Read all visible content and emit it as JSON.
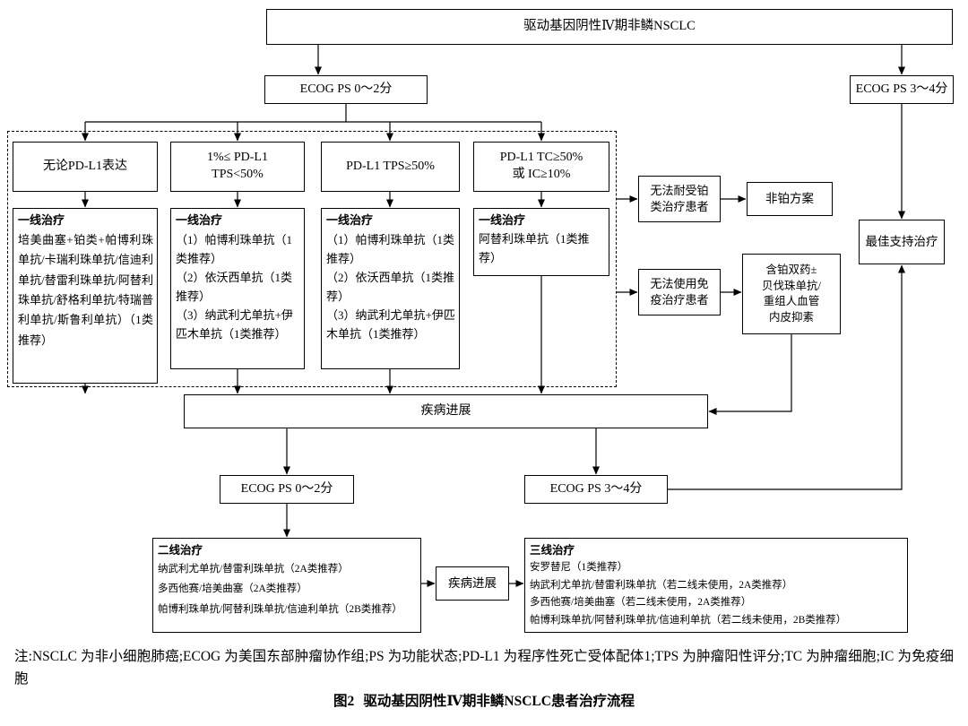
{
  "colors": {
    "line": "#000000",
    "box_border": "#000000",
    "background": "#ffffff",
    "text": "#000000"
  },
  "nodes": {
    "root": "驱动基因阴性Ⅳ期非鳞NSCLC",
    "ecog02_top": "ECOG PS 0～2分",
    "ecog34_top": "ECOG PS 3～4分",
    "pdl1_any": "无论PD-L1表达",
    "pdl1_tps_1_50": "1%≤ PD-L1\nTPS<50%",
    "pdl1_tps_ge50": "PD-L1 TPS≥50%",
    "pdl1_tc_ic": "PD-L1 TC≥50%\n或 IC≥10%",
    "first_line_title": "一线治疗",
    "first_line_1_body": "培美曲塞+铂类+帕博利珠单抗/卡瑞利珠单抗/信迪利单抗/替雷利珠单抗/阿替利珠单抗/舒格利单抗/特瑞普利单抗/斯鲁利单抗）（1类推荐）",
    "first_line_2_body": "（1）帕博利珠单抗（1类推荐）\n（2）依沃西单抗（1类推荐）\n（3）纳武利尤单抗+伊匹木单抗（1类推荐）",
    "first_line_3_body": "（1）帕博利珠单抗（1类推荐）\n（2）依沃西单抗（1类推荐）\n（3）纳武利尤单抗+伊匹木单抗（1类推荐）",
    "first_line_4_body": "阿替利珠单抗（1类推荐）",
    "platinum_intolerant": "无法耐受铂\n类治疗患者",
    "non_platinum": "非铂方案",
    "no_immunotherapy": "无法使用免\n疫治疗患者",
    "platinum_doublet": "含铂双药±\n贝伐珠单抗/\n重组人血管\n内皮抑素",
    "best_supportive_care": "最佳支持治疗",
    "disease_progression": "疾病进展",
    "ecog02_second": "ECOG PS 0～2分",
    "ecog34_second": "ECOG PS 3～4分",
    "second_line_title": "二线治疗",
    "second_line_body": "纳武利尤单抗/替雷利珠单抗（2A类推荐）\n多西他赛/培美曲塞（2A类推荐）\n帕博利珠单抗/阿替利珠单抗/信迪利单抗（2B类推荐）",
    "disease_progression_small": "疾病进展",
    "third_line_title": "三线治疗",
    "third_line_body": "安罗替尼（1类推荐）\n纳武利尤单抗/替雷利珠单抗（若二线未使用，2A类推荐）\n多西他赛/培美曲塞（若二线未使用，2A类推荐）\n帕博利珠单抗/阿替利珠单抗/信迪利单抗（若二线未使用，2B类推荐）"
  },
  "footer": {
    "note": "注:NSCLC 为非小细胞肺癌;ECOG 为美国东部肿瘤协作组;PS 为功能状态;PD-L1 为程序性死亡受体配体1;TPS 为肿瘤阳性评分;TC 为肿瘤细胞;IC 为免疫细胞",
    "caption_label": "图2",
    "caption_text": "驱动基因阴性Ⅳ期非鳞NSCLC患者治疗流程"
  }
}
